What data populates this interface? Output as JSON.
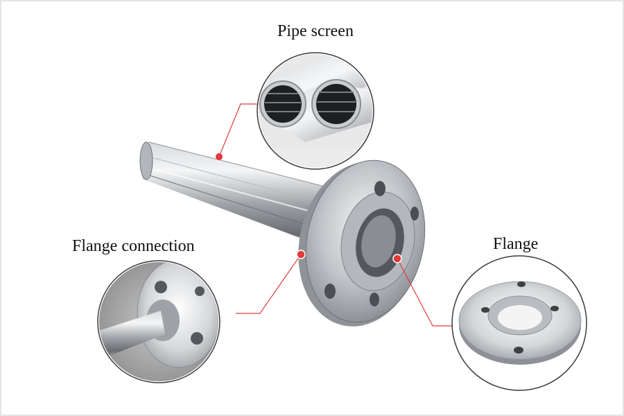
{
  "labels": {
    "pipe_screen": "Pipe screen",
    "flange_connection": "Flange connection",
    "flange": "Flange"
  },
  "colors": {
    "callout": "#e23a3a",
    "steel_light": "#e6e8ea",
    "steel_mid": "#a9adb2",
    "steel_dark": "#5e6267",
    "background": "#ffffff",
    "circle_border": "#333333"
  }
}
